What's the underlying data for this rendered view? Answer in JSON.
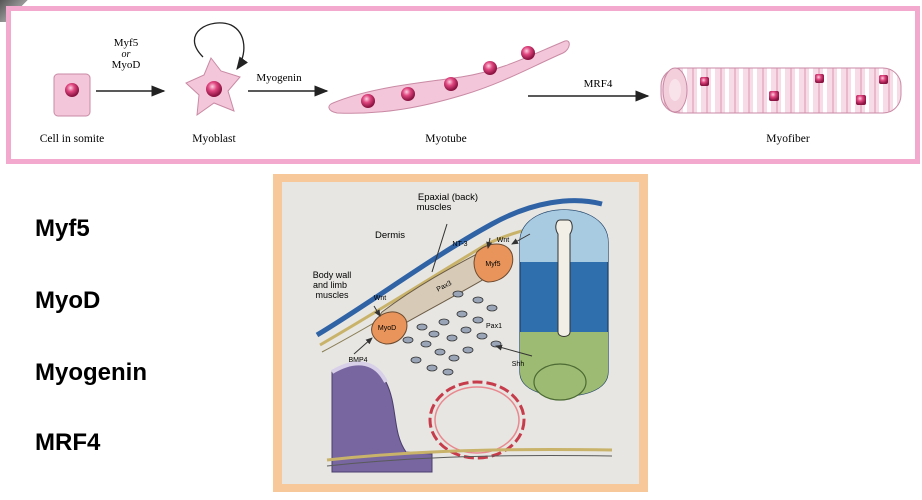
{
  "pathway": {
    "stages": [
      {
        "label": "Cell in somite"
      },
      {
        "label": "Myoblast"
      },
      {
        "label": "Myotube"
      },
      {
        "label": "Myofiber"
      }
    ],
    "arrows": [
      {
        "line1": "Myf5",
        "line2": "or",
        "line3": "MyoD"
      },
      {
        "label": "Myogenin"
      },
      {
        "label": "MRF4"
      }
    ]
  },
  "gene_list": [
    "Myf5",
    "MyoD",
    "Myogenin",
    "MRF4"
  ],
  "somite_diagram": {
    "labels": {
      "epaxial": "Epaxial (back)",
      "epaxial2": "muscles",
      "dermis": "Dermis",
      "nt3": "NT-3",
      "wnt_top": "Wnt",
      "myf5": "Myf5",
      "pax3": "Pax3",
      "body_wall": "Body wall",
      "and_limb": "and limb",
      "muscles": "muscles",
      "wnt_left": "Wnt",
      "myod": "MyoD",
      "pax1": "Pax1",
      "bmp4": "BMP4",
      "shh": "Shh"
    }
  },
  "colors": {
    "panel_border": "#f2a9cd",
    "cell_pink": "#f4c6d9",
    "nucleus": "#e0467f",
    "photo_frame": "#f7c99a",
    "neural_tube_blue": "#2f6fae",
    "notochord_green": "#9dbb72"
  }
}
